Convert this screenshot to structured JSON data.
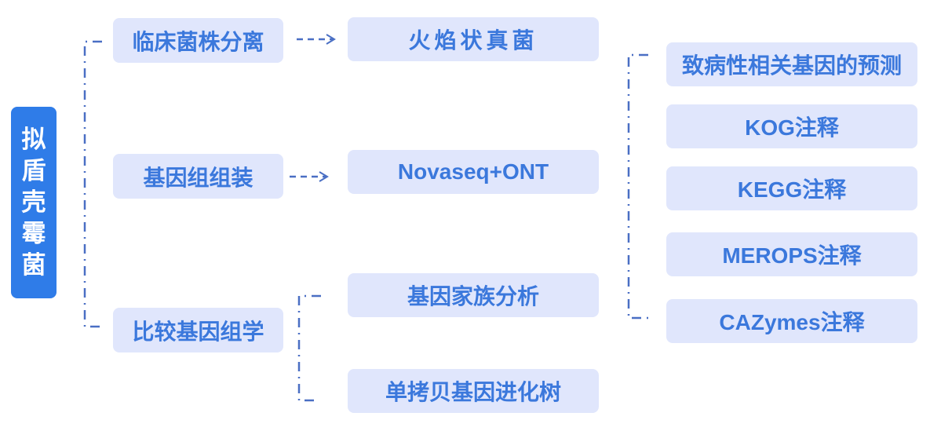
{
  "colors": {
    "root_bg": "#2f7ce8",
    "root_text": "#ffffff",
    "node_bg": "#e0e6fc",
    "node_text": "#3b78dc",
    "connector": "#4a6fc4"
  },
  "root": {
    "label": "拟盾壳霉菌",
    "chars": [
      "拟",
      "盾",
      "壳",
      "霉",
      "菌"
    ]
  },
  "level1": [
    {
      "label": "临床菌株分离"
    },
    {
      "label": "基因组组装"
    },
    {
      "label": "比较基因组学"
    }
  ],
  "level2": [
    {
      "label": "火焰状真菌"
    },
    {
      "label": "Novaseq+ONT"
    },
    {
      "label": "基因家族分析"
    },
    {
      "label": "单拷贝基因进化树"
    }
  ],
  "level3": [
    {
      "label": "致病性相关基因的预测"
    },
    {
      "label": "KOG注释"
    },
    {
      "label": "KEGG注释"
    },
    {
      "label": "MEROPS注释"
    },
    {
      "label": "CAZymes注释"
    }
  ]
}
